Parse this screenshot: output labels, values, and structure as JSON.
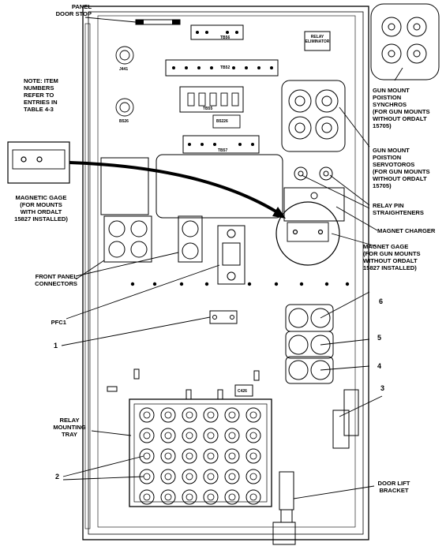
{
  "labels": {
    "panel_door_stop": "PANEL\nDOOR STOP",
    "note": "NOTE: ITEM\nNUMBERS\nREFER TO\nENTRIES IN\nTABLE 4-3",
    "magnetic_gage_ordalt": "MAGNETIC GAGE\n(FOR MOUNTS\nWITH ORDALT\n15827 INSTALLED)",
    "front_panel_connectors": "FRONT PANEL\nCONNECTORS",
    "pfc1": "PFC1",
    "relay_mounting_tray": "RELAY\nMOUNTING\nTRAY",
    "door_lift_bracket": "DOOR LIFT\nBRACKET",
    "gun_mount_synchros": "GUN MOUNT\nPOISTION\nSYNCHROS\n(FOR GUN MOUNTS\nWITHOUT ORDALT\n15705)",
    "gun_mount_servotoros": "GUN MOUNT\nPOISTION\nSERVOTOROS\n(FOR GUN MOUNTS\nWITHOUT ORDALT\n15705)",
    "relay_pin_straighteners": "RELAY PIN\nSTRAIGHTENERS",
    "magnet_charger": "MAGNET CHARGER",
    "magnet_gage_without": "MAGNET GAGE\n(FOR GUN MOUNTS\nWITHOUT ORDALT\n15827 INSTALLED)"
  },
  "item_numbers": [
    "1",
    "2",
    "3",
    "4",
    "5",
    "6"
  ],
  "part_labels": {
    "relay_eliminator": "RELAY\nELIMINATOR",
    "j441": "J441",
    "b526": "B526",
    "terminal_strips": [
      "TB56",
      "TB52",
      "TB55",
      "TB57"
    ],
    "b5226": "B5226",
    "c426": "C426"
  }
}
